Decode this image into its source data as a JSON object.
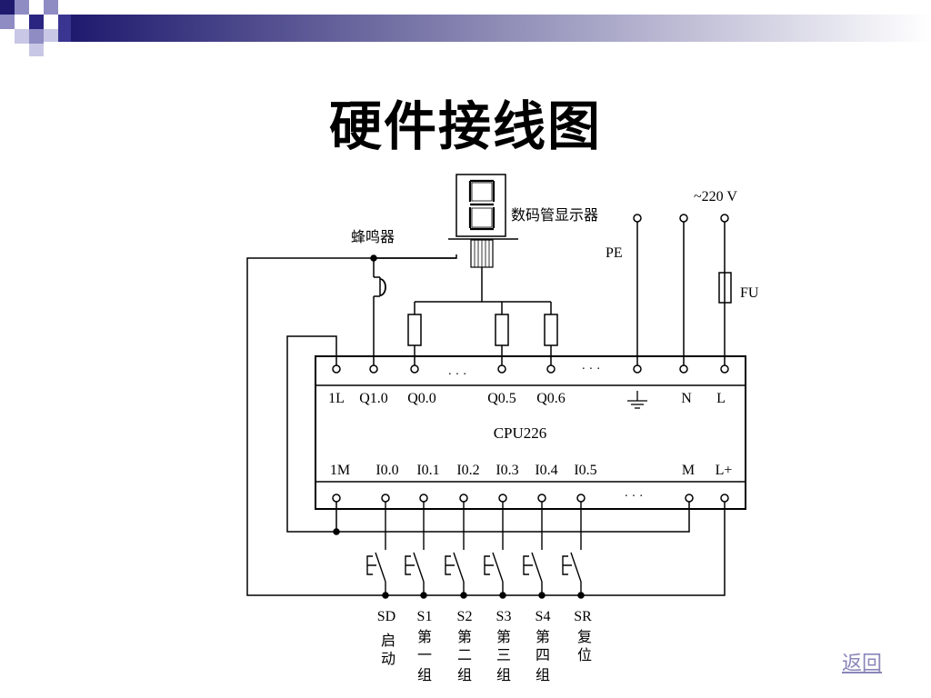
{
  "page": {
    "title": "硬件接线图",
    "back_link": "返回"
  },
  "banner": {
    "colors": [
      "#1f1a6e",
      "#e9e8f4"
    ]
  },
  "diagram": {
    "cpu_label": "CPU226",
    "top_terminals": [
      "1L",
      "Q1.0",
      "Q0.0",
      "Q0.5",
      "Q0.6",
      "N",
      "L"
    ],
    "bottom_terminals": [
      "1M",
      "I0.0",
      "I0.1",
      "I0.2",
      "I0.3",
      "I0.4",
      "I0.5",
      "M",
      "L+"
    ],
    "ellipsis": "· · ·",
    "power_label": "~220 V",
    "pe_label": "PE",
    "fuse_label": "FU",
    "display_label": "数码管显示器",
    "buzzer_label": "蜂鸣器",
    "switches": [
      {
        "tag": "SD",
        "desc": [
          "启",
          "动"
        ]
      },
      {
        "tag": "S1",
        "desc": [
          "第",
          "一",
          "组"
        ]
      },
      {
        "tag": "S2",
        "desc": [
          "第",
          "二",
          "组"
        ]
      },
      {
        "tag": "S3",
        "desc": [
          "第",
          "三",
          "组"
        ]
      },
      {
        "tag": "S4",
        "desc": [
          "第",
          "四",
          "组"
        ]
      },
      {
        "tag": "SR",
        "desc": [
          "复",
          "位"
        ]
      }
    ]
  }
}
